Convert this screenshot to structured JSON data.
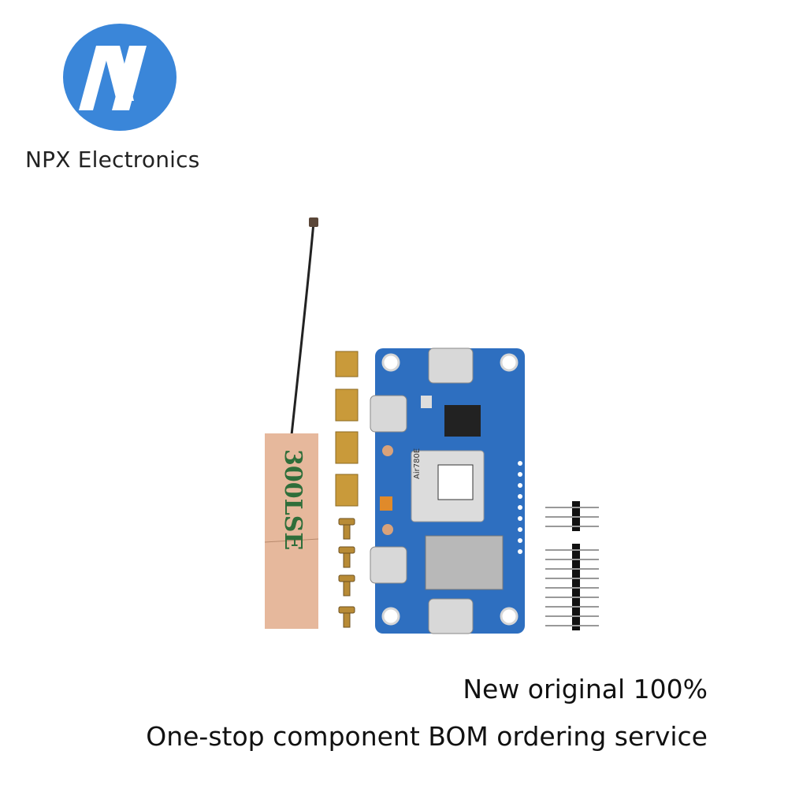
{
  "brand": {
    "name": "NPX Electronics",
    "logo_icon": "npx-n-logo-icon",
    "logo_color": "#3a86d9"
  },
  "product": {
    "image": "lte-module-kit-image",
    "antenna_label": "300LSE",
    "module_label": "Air780E"
  },
  "tagline": {
    "line1": "New original 100%",
    "line2": "One-stop component BOM ordering service"
  }
}
